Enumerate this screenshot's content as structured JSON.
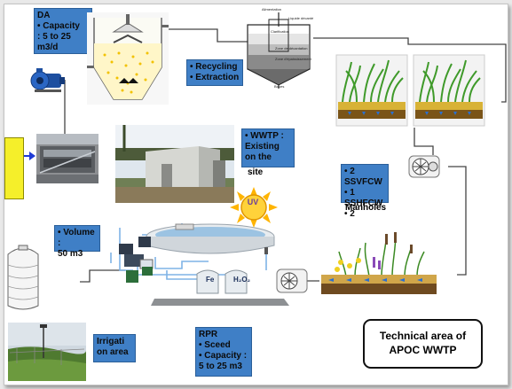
{
  "diagram_title": {
    "line1": "Technical area of",
    "line2": "APOC  WWTP"
  },
  "callouts": {
    "da": [
      "DA",
      "• Capacity",
      ": 5 to 25",
      "m3/d"
    ],
    "recycling": [
      "• Recycling",
      "• Extraction"
    ],
    "wwtp": [
      "• WWTP :",
      "Existing",
      "on the",
      "site"
    ],
    "wetlands": [
      "• 2 SSVFCW",
      "• 1 SSHFCW",
      "• 2",
      "Manholes"
    ],
    "volume": [
      "• Volume :",
      "50 m3"
    ],
    "irrigation": [
      "Irrigati",
      "on area"
    ],
    "rpr": [
      "RPR",
      "• Sceed",
      "• Capacity :",
      "5 to 25 m3"
    ]
  },
  "clarifier_labels": {
    "top_left": "Alimentation",
    "top_right": "Liquide décanté",
    "zone1": "Clarification",
    "zone2": "Zone de décantation",
    "zone3": "Zone d'épaississement",
    "bottom": "Boues"
  },
  "uv_label": "UV",
  "tank_labels": {
    "iron": "Fe",
    "peroxide": "H₂O₂"
  },
  "colors": {
    "callout_blue": "#3f7fc6",
    "pipe": "#444444",
    "water_pipe": "#7fb3e6",
    "yellow_box": "#f5ef2a",
    "sun": "#ffb400"
  },
  "icons": [
    "pump-icon",
    "blower-icon",
    "sun-icon",
    "arrow-right-icon",
    "water-tank-icon"
  ]
}
